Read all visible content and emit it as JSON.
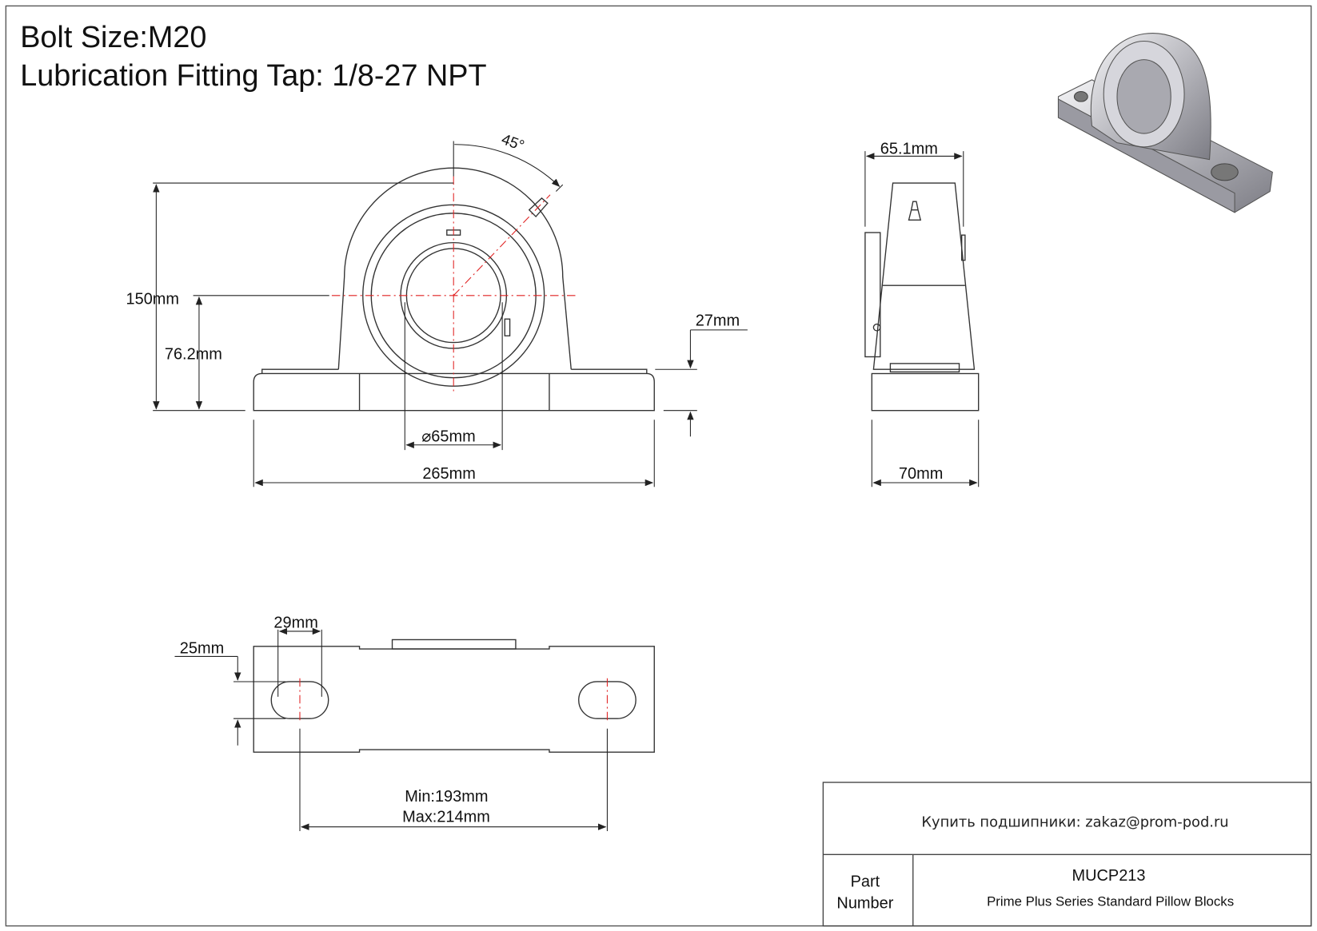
{
  "header": {
    "bolt_size": "Bolt Size:M20",
    "lubrication": "Lubrication Fitting Tap: 1/8-27 NPT"
  },
  "front_view": {
    "angle": "45°",
    "height_total": "150mm",
    "center_height": "76.2mm",
    "base_thickness": "27mm",
    "bore": "65mm",
    "length": "265mm"
  },
  "side_view": {
    "top_width": "65.1mm",
    "base_width": "70mm"
  },
  "bottom_view": {
    "slot_length": "29mm",
    "slot_width": "25mm",
    "bolt_spacing_min": "Min:193mm",
    "bolt_spacing_max": "Max:214mm"
  },
  "title_block": {
    "contact": "Купить подшипники: zakaz@prom-pod.ru",
    "part_label_1": "Part",
    "part_label_2": "Number",
    "part_number": "MUCP213",
    "description": "Prime Plus Series Standard Pillow Blocks"
  }
}
